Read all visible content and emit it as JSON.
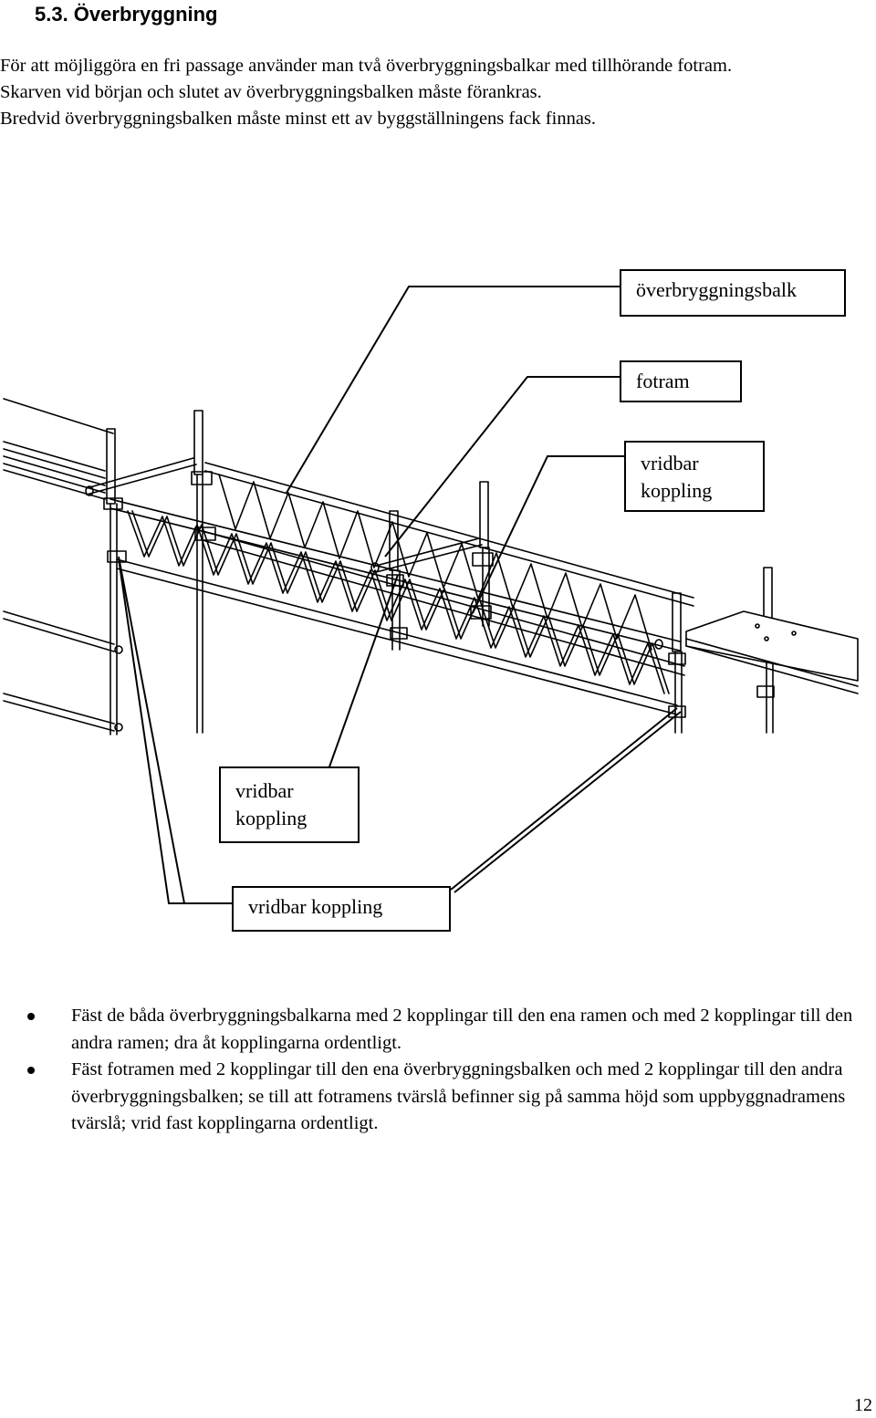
{
  "section": {
    "heading": "5.3. Överbryggning"
  },
  "intro": [
    "För att möjliggöra en fri passage använder man två överbryggningsbalkar med tillhörande fotram.",
    "Skarven vid början och slutet av överbryggningsbalken måste förankras.",
    "Bredvid överbryggningsbalken måste minst ett av byggställningens fack finnas."
  ],
  "figure": {
    "callouts": {
      "bridge_beam": "överbryggningsbalk",
      "foot_frame": "fotram",
      "swivel_upper_line1": "vridbar",
      "swivel_upper_line2": "koppling",
      "swivel_middle_line1": "vridbar",
      "swivel_middle_line2": "koppling",
      "swivel_lower": "vridbar koppling"
    }
  },
  "bullets": [
    "Fäst de båda överbryggningsbalkarna med 2 kopplingar till den ena ramen och med 2 kopplingar till den andra ramen; dra åt kopplingarna ordentligt.",
    "Fäst fotramen med 2 kopplingar till den ena överbryggningsbalken och med 2 kopplingar till den andra överbryggningsbalken; se till att fotramens tvärslå befinner sig på samma höjd som uppbyggnadramens tvärslå; vrid fast kopplingarna ordentligt."
  ],
  "page_number": "12"
}
